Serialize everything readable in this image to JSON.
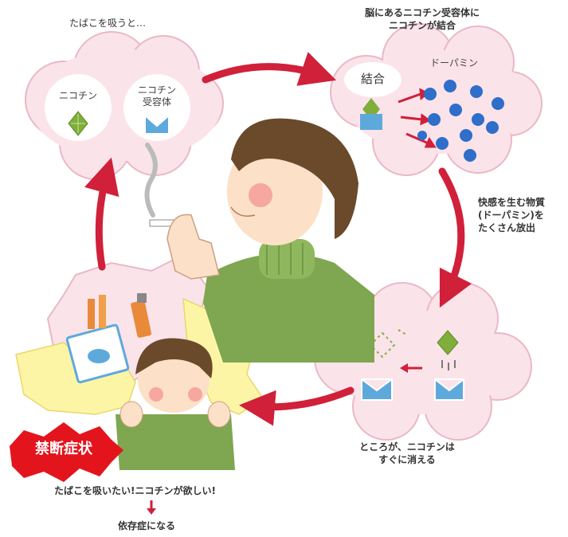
{
  "step1": {
    "caption": "たばこを吸うと…",
    "nicotine_label": "ニコチン",
    "receptor_label": "ニコチン\n受容体"
  },
  "step2": {
    "caption": "脳にあるニコチン受容体に\nニコチンが結合",
    "bond_label": "結合",
    "dopamine_label": "ドーパミン"
  },
  "step3": {
    "caption": "快感を生む物質\n(ドーパミン)を\nたくさん放出"
  },
  "step4": {
    "caption": "ところが、ニコチンは\nすぐに消える"
  },
  "withdrawal": {
    "badge": "禁断症状",
    "want_text": "たばこを吸いたい!ニコチンが欲しい!",
    "result_text": "依存症になる"
  },
  "colors": {
    "cloud_fill": "#fbe3ea",
    "cloud_stroke": "#e9b8c6",
    "cycle_arrow": "#d0203a",
    "nicotine": "#7fae3b",
    "receptor": "#5ea9dc",
    "dopamine": "#2f6ec9",
    "badge": "#e4141d",
    "sweater": "#7fa650",
    "hair": "#6a4a2a"
  },
  "icons": [
    "nicotine-diamond-icon",
    "receptor-icon",
    "dopamine-dot-icon",
    "cigarette-icon",
    "lighter-icon",
    "cigarette-pack-icon"
  ]
}
